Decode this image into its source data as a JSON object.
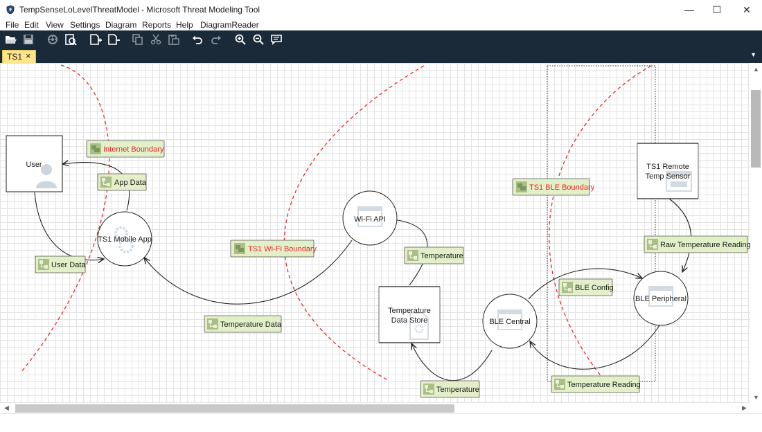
{
  "window": {
    "title": "TempSenseLoLevelThreatModel - Microsoft Threat Modeling Tool",
    "minimize_glyph": "—",
    "maximize_glyph": "☐",
    "close_glyph": "✕"
  },
  "menu": {
    "items": [
      "File",
      "Edit",
      "View",
      "Settings",
      "Diagram",
      "Reports",
      "Help",
      "DiagramReader"
    ]
  },
  "toolbar": {
    "buttons": [
      "open-icon",
      "save-icon",
      "analysis-icon",
      "diagram-view-icon",
      "new-diagram-icon",
      "delete-diagram-icon",
      "copy-icon",
      "cut-icon",
      "paste-icon",
      "undo-icon",
      "redo-icon",
      "zoom-in-icon",
      "zoom-out-icon",
      "notes-icon"
    ]
  },
  "tabs": [
    {
      "label": "TS1",
      "close": "×"
    }
  ],
  "colors": {
    "toolbar_bg": "#1b2a38",
    "tab_active": "#fde58b",
    "boundary_red": "#e8262a",
    "flow_label_bg": "#e3efc9",
    "grid": "#e3e3e3"
  },
  "diagram": {
    "entities": {
      "user": "User",
      "mobile_app": "TS1 Mobile App",
      "wifi_api": "Wi-Fi API",
      "data_store_line1": "Temperature",
      "data_store_line2": "Data Store",
      "ble_central": "BLE Central",
      "ble_peripheral": "BLE Peripheral",
      "remote_sensor_line1": "TS1 Remote",
      "remote_sensor_line2": "Temp Sensor"
    },
    "boundaries": {
      "internet": "Internet Boundary",
      "wifi": "TS1 Wi-Fi Boundary",
      "ble": "TS1 BLE Boundary"
    },
    "flows": {
      "app_data": "App Data",
      "user_data": "User Data",
      "temperature_data": "Temperature Data",
      "temperature_to_api": "Temperature",
      "temperature_to_store": "Temperature",
      "raw_temperature": "Raw Temperature Reading",
      "ble_config": "BLE Config",
      "temperature_reading": "Temperature Reading"
    }
  }
}
